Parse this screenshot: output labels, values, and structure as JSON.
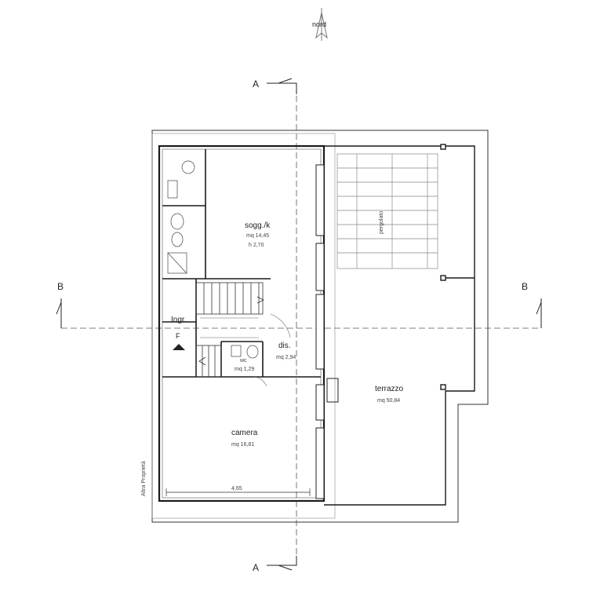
{
  "compass": {
    "label": "nord"
  },
  "sections": {
    "a": "A",
    "b": "B"
  },
  "rooms": {
    "soggiorno": {
      "name": "sogg./k",
      "area": "mq 14,45",
      "height": "h 2,70"
    },
    "pergolato": {
      "name": "pergolato"
    },
    "ingresso": {
      "name": "Ingr."
    },
    "disimpegno": {
      "name": "dis.",
      "area": "mq 2,94"
    },
    "wc": {
      "name": "wc",
      "area": "mq 1,29"
    },
    "terrazzo": {
      "name": "terrazzo",
      "area": "mq 50,84"
    },
    "camera": {
      "name": "camera",
      "area": "mq 16,81"
    }
  },
  "entry_marker": "F",
  "dimension": "4,65",
  "neighbor_label": "Altra Proprietà",
  "colors": {
    "line": "#1a1a1a",
    "thin": "#555555",
    "marker": "#3344cc"
  }
}
